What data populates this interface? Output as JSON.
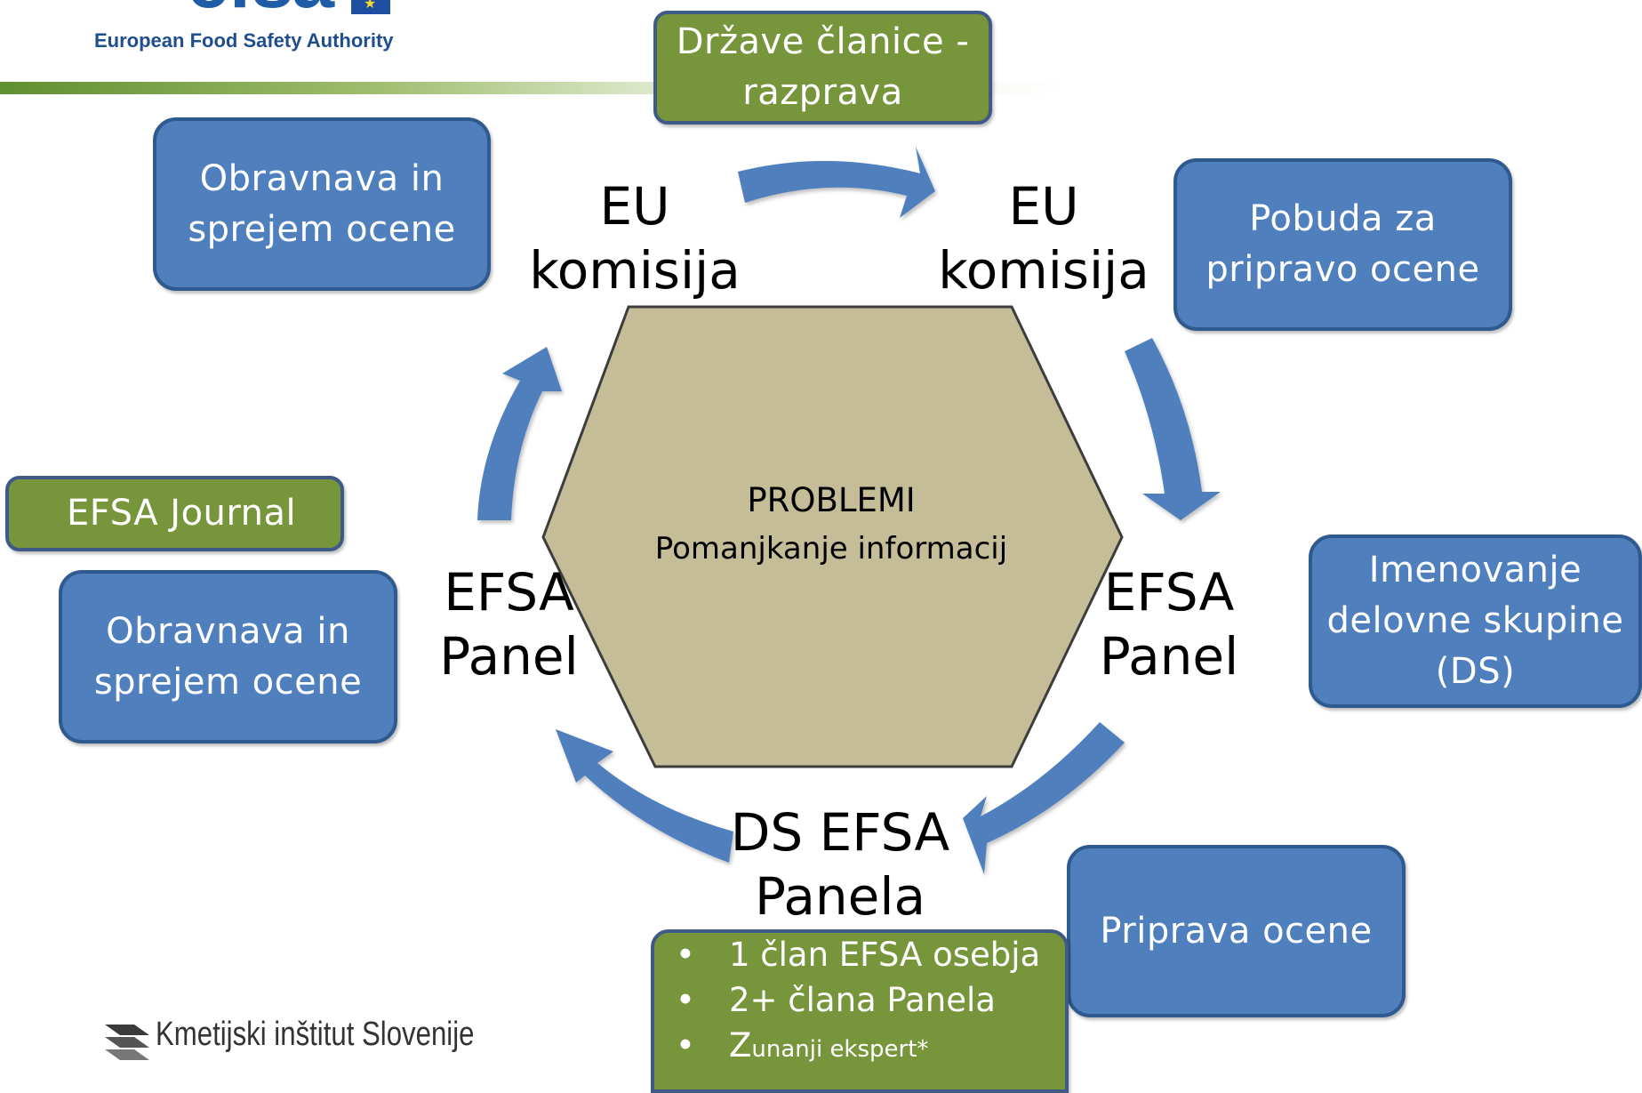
{
  "header": {
    "logo_text": "efsa",
    "subtitle": "European Food Safety Authority"
  },
  "footer_logo": {
    "text": "Kmetijski inštitut Slovenije"
  },
  "center": {
    "line1": "PROBLEMI",
    "line2": "Pomanjkanje informacij"
  },
  "cycle_nodes": {
    "top_left": "EU\nkomisija",
    "top_right": "EU\nkomisija",
    "right": "EFSA\nPanel",
    "left": "EFSA\nPanel",
    "bottom": "DS EFSA\nPanela"
  },
  "boxes": {
    "member_states": "Države članice -\nrazprava",
    "review_top": "Obravnava in\nsprejem  ocene",
    "initiative": "Pobuda za\npripravo ocene",
    "journal": "EFSA Journal",
    "review_left": "Obravnava in\nsprejem  ocene",
    "appointment": "Imenovanje\ndelovne skupine\n(DS)",
    "preparation": "Priprava ocene"
  },
  "members": {
    "item1": "1 član EFSA osebja",
    "item2": "2+ člana Panela",
    "item3_big": "Z",
    "item3_small": "unanji ekspert*"
  },
  "colors": {
    "blue_box": "#4f7fbd",
    "green_box": "#77963c",
    "hexagon": "#c4bd97",
    "arrow": "#4f7fbd"
  }
}
